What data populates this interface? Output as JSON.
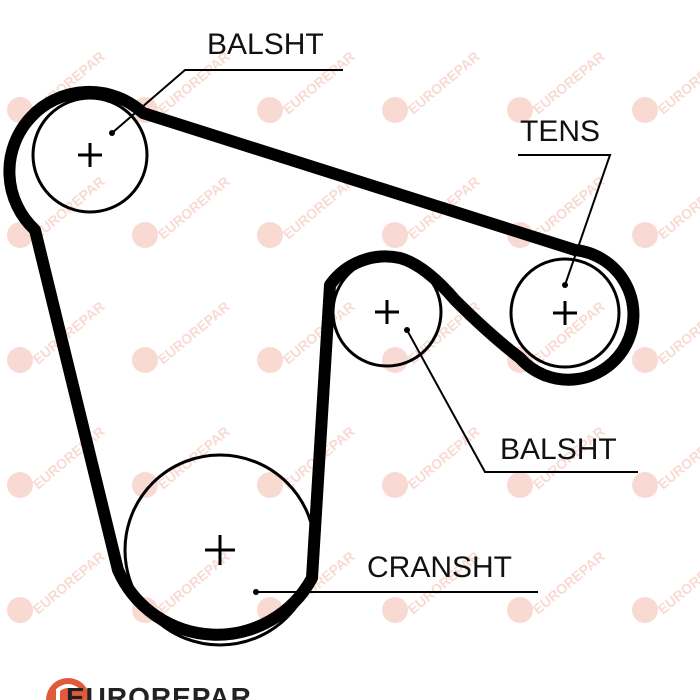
{
  "labels": {
    "balsht_top": "BALSHT",
    "tens": "TENS",
    "balsht_right": "BALSHT",
    "cransht": "CRANSHT"
  },
  "watermark": {
    "text": "EUROREPAR",
    "brand_color": "#e25a3c"
  },
  "brand": {
    "text": "EUROREPAR"
  },
  "colors": {
    "belt": "#000000",
    "pulley_outline": "#000000",
    "leader": "#000000"
  }
}
